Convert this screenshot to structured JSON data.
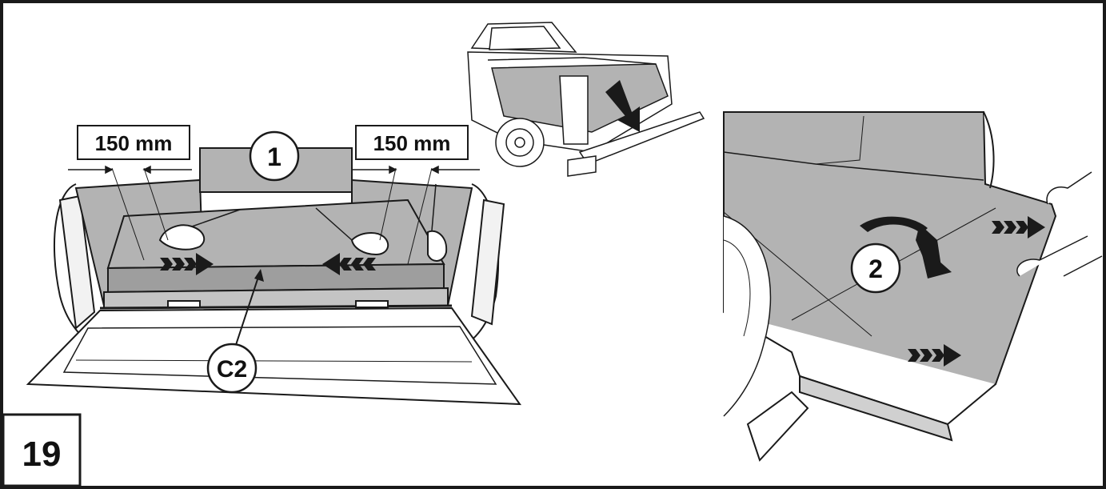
{
  "figure": {
    "step_number": "19",
    "dimension_left": "150 mm",
    "dimension_right": "150 mm",
    "callout_1": "1",
    "callout_2": "2",
    "part_label": "C2"
  },
  "colors": {
    "liner_fill": "#b3b3b3",
    "liner_dark": "#9e9e9e",
    "line": "#1a1a1a",
    "background": "#ffffff"
  },
  "icons": [
    "triple-chevron-arrow-icon",
    "curved-rotate-arrow-icon",
    "down-arrow-icon"
  ]
}
